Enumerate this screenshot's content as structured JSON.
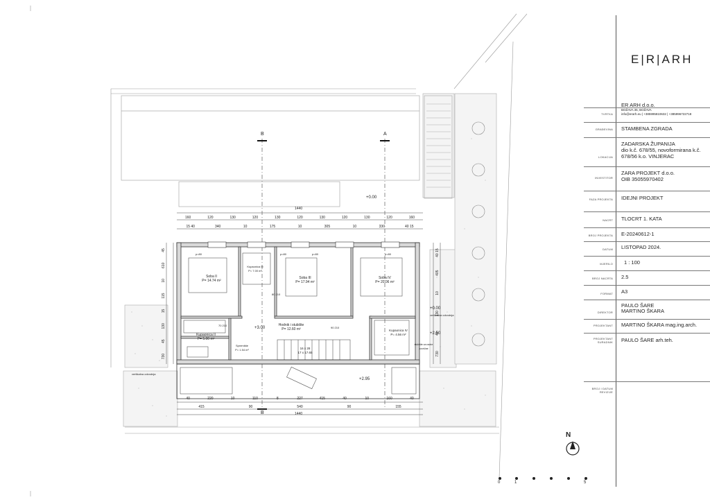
{
  "title_block": {
    "logo": "E|R|ARH",
    "firma_label": "TVRTKA",
    "firma_name": "ER ARH d.o.o.",
    "firma_addr": "BOŽAVA 35, BOŽAVA",
    "firma_contact": "info@erarh.eu | +385995810632 | +385996722718",
    "gradevina_label": "GRAĐEVINA",
    "gradevina": "STAMBENA ZGRADA",
    "lokacija_label": "LOKACIJA",
    "lokacija_1": "ZADARSKA ŽUPANIJA",
    "lokacija_2": "dio k.č. 678/55, novoformirana k.č.",
    "lokacija_3": "678/56 k.o. VINJERAC",
    "investitor_label": "INVESTITOR",
    "investitor_1": "ZARA PROJEKT d.o.o.",
    "investitor_2": "OIB 35055970402",
    "faza_label": "FAZA PROJEKTA",
    "faza": "IDEJNI PROJEKT",
    "nacrt_label": "NACRT",
    "nacrt": "TLOCRT 1. KATA",
    "broj_projekta_label": "BROJ PROJEKTA",
    "broj_projekta": "E-20240612-1",
    "datum_label": "DATUM",
    "datum": "LISTOPAD 2024.",
    "mjerilo_label": "MJERILO",
    "mjerilo": "1 : 100",
    "broj_nacrta_label": "BROJ NACRTA",
    "broj_nacrta": "2.5",
    "format_label": "FORMAT",
    "format": "A3",
    "direktor_label": "DIREKTOR",
    "direktor_1": "PAULO ŠARE",
    "direktor_2": "MARTINO ŠKARA",
    "projektant_label": "PROJEKTANT",
    "projektant": "MARTINO ŠKARA mag.ing.arch.",
    "suradnik_label": "PROJEKTANT SURADNIK",
    "suradnik": "PAULO ŠARE arh.teh.",
    "revizija_label": "BROJ I DATUM REVIZIJE"
  },
  "plan": {
    "section_b": "B",
    "section_a": "A",
    "level_top": "+0.00",
    "level_hall": "+3.00",
    "level_right": "+0.00",
    "level_right2": "+2.50",
    "level_terrace": "+2.95",
    "dim_total": "1440",
    "dim_top_row": [
      "160",
      "120",
      "130",
      "120",
      "130",
      "120",
      "130",
      "120",
      "130",
      "120",
      "160"
    ],
    "dim_mid_row": [
      "15 40",
      "340",
      "10",
      "175",
      "10",
      "305",
      "10",
      "330",
      "40 15"
    ],
    "dim_bottom_row1": [
      "40",
      "220",
      "10",
      "110",
      "8",
      "227",
      "415",
      "40",
      "10",
      "160",
      "40"
    ],
    "dim_bottom_row2": [
      "415",
      "90",
      "540",
      "90",
      "155"
    ],
    "dim_left": [
      "45",
      "610",
      "10",
      "115",
      "15",
      "130",
      "45",
      "730"
    ],
    "dim_right": [
      "40 15",
      "405",
      "10",
      "130",
      "40",
      "730"
    ],
    "rooms": {
      "soba2": "Soba II",
      "soba2_area": "P= 14.74 m²",
      "soba3": "Soba III",
      "soba3_area": "P= 17.94 m²",
      "soba4": "Soba IV",
      "soba4_area": "P= 20.06 m²",
      "kup3": "Kupaonica III",
      "kup3_area": "P= 7.00 m²",
      "kup2": "Kupaonica II",
      "kup2_area": "P= 5.00 m²",
      "kup4": "Kupaonica IV",
      "kup4_area": "P= 4.56 m²",
      "hodnik": "Hodnik i stubište",
      "hodnik_area": "P= 12.60 m²",
      "spremiste": "Spremište",
      "spremiste_area": "P= 1.54 m²",
      "stubiste_vani": "stubište za radne površine",
      "stairs": "16 x 28",
      "stairs2": "17 x 17.65"
    },
    "vert_odvodnja_left": "vertikalna odvodnja",
    "vert_odvodnja_right": "vertikalna odvodnja",
    "p80_a": "p=80",
    "p80_b": "p=80",
    "p80_c": "p=80",
    "p80_d": "p=80",
    "door_80_210": "80 210",
    "door_70_210": "70 210",
    "door_90_210": "90 210",
    "scale_marks": [
      "0",
      "1",
      "5"
    ],
    "north": "N"
  }
}
